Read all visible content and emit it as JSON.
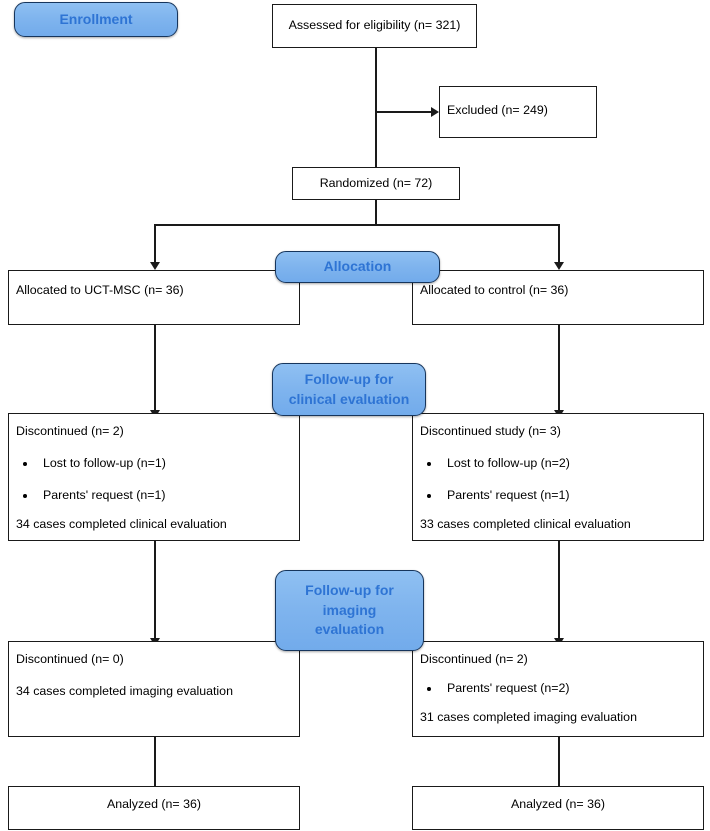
{
  "diagram": {
    "type": "consort-flow-diagram",
    "accent_color": "#7FB4EE",
    "accent_text_color": "#2E74D4",
    "line_color": "#1a1a1a",
    "stages": [
      {
        "id": "enrollment",
        "label": "Enrollment"
      },
      {
        "id": "allocation",
        "label": "Allocation"
      },
      {
        "id": "followup_clinical",
        "line1": "Follow-up for",
        "line2": "clinical evaluation"
      },
      {
        "id": "followup_imaging",
        "line1": "Follow-up for",
        "line2": "imaging",
        "line3": "evaluation"
      }
    ],
    "nodes": {
      "assessed": {
        "label": "Assessed for eligibility (n= 321)",
        "n": 321
      },
      "excluded": {
        "label": "Excluded (n= 249)",
        "n": 249
      },
      "randomized": {
        "label": "Randomized (n= 72)",
        "n": 72
      },
      "alloc_left": {
        "label": "Allocated to UCT-MSC (n= 36)",
        "n": 36
      },
      "alloc_right": {
        "label": "Allocated to control (n= 36)",
        "n": 36
      },
      "clinical_left": {
        "header": "Discontinued (n= 2)",
        "n": 2,
        "bullets": [
          "Lost to follow-up (n=1)",
          "Parents' request (n=1)"
        ],
        "footer": "34 cases completed clinical evaluation"
      },
      "clinical_right": {
        "header": "Discontinued study (n= 3)",
        "n": 3,
        "bullets": [
          "Lost to follow-up (n=2)",
          "Parents' request (n=1)"
        ],
        "footer": "33 cases completed clinical evaluation"
      },
      "imaging_left": {
        "header": "Discontinued (n= 0)",
        "n": 0,
        "bullets": [],
        "footer": "34 cases completed imaging evaluation"
      },
      "imaging_right": {
        "header": "Discontinued (n= 2)",
        "n": 2,
        "bullets": [
          "Parents' request (n=2)"
        ],
        "footer": "31 cases completed imaging evaluation"
      },
      "analyzed_left": {
        "label": "Analyzed (n= 36)",
        "n": 36
      },
      "analyzed_right": {
        "label": "Analyzed (n= 36)",
        "n": 36
      }
    }
  }
}
